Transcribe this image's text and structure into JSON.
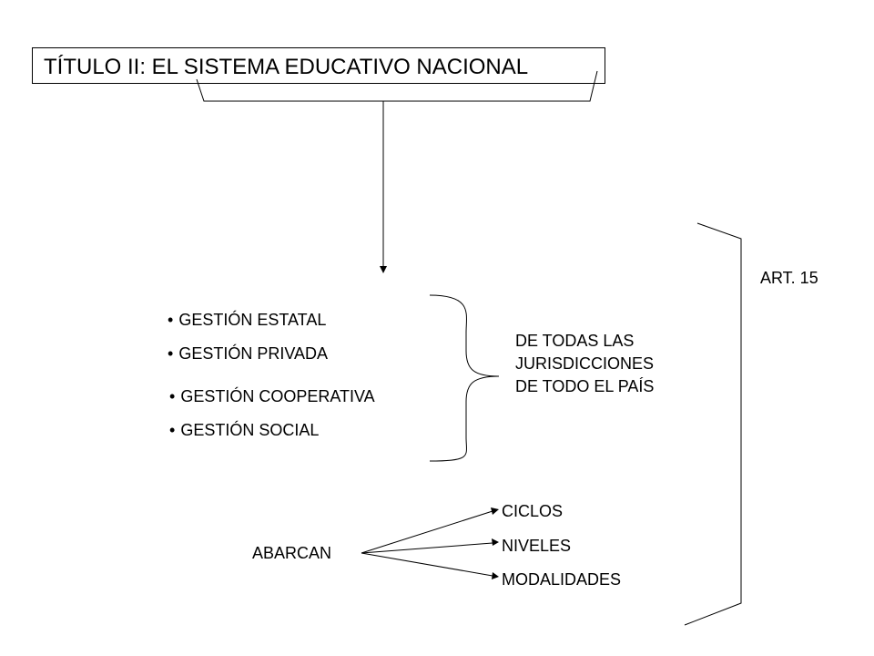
{
  "title": "TÍTULO II: EL SISTEMA EDUCATIVO NACIONAL",
  "bullet_symbol": "•",
  "gestion_items": [
    "GESTIÓN ESTATAL",
    "GESTIÓN PRIVADA",
    "GESTIÓN COOPERATIVA",
    "GESTIÓN SOCIAL"
  ],
  "scope_lines": [
    "DE TODAS LAS",
    "JURISDICCIONES",
    "DE TODO EL PAÍS"
  ],
  "article": "ART. 15",
  "abarcan": "ABARCAN",
  "abarcan_items": [
    "CICLOS",
    "NIVELES",
    "MODALIDADES"
  ]
}
